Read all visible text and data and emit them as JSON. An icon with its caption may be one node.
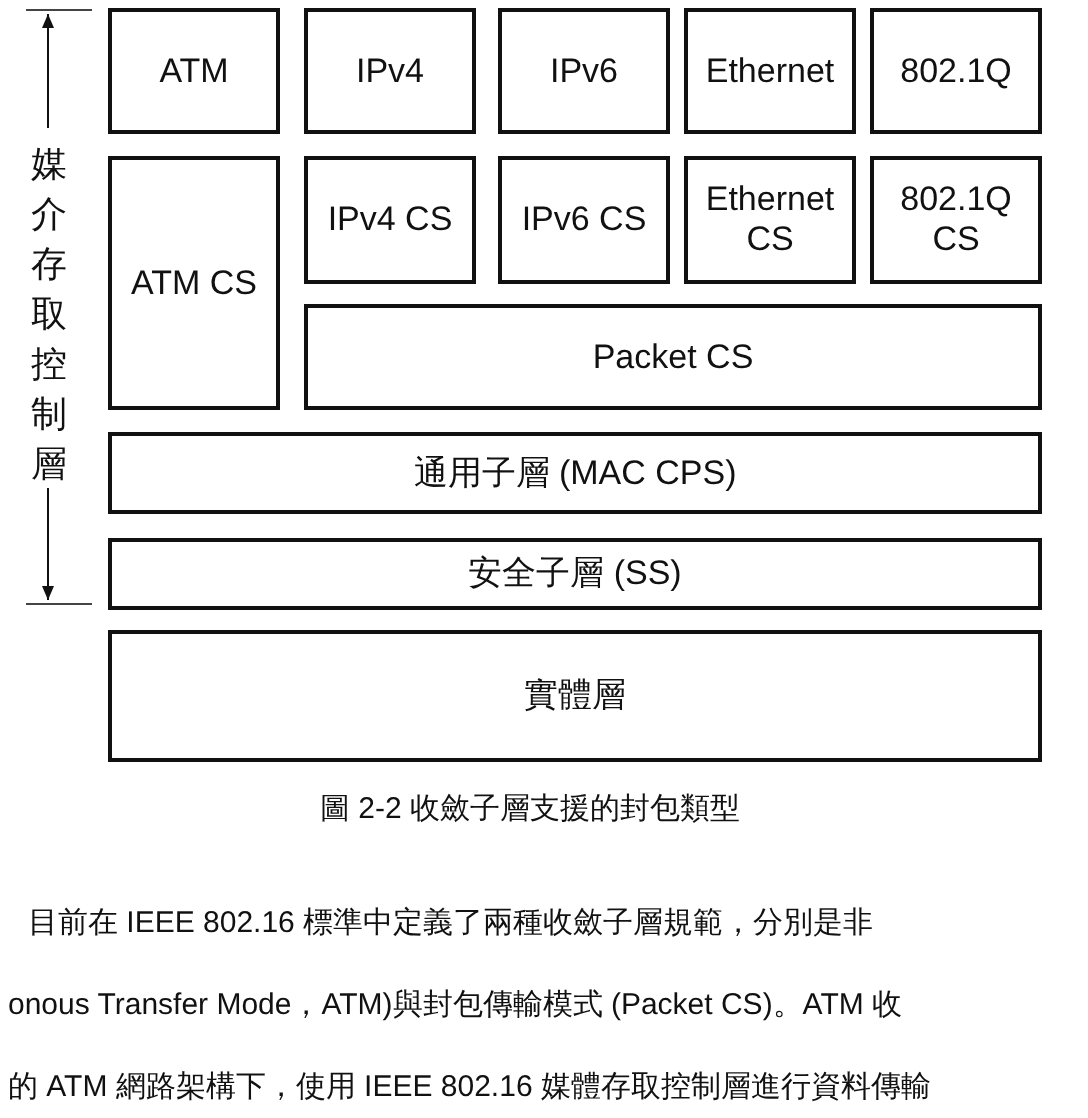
{
  "diagram": {
    "caption": "圖 2-2 收斂子層支援的封包類型",
    "nodes": [
      {
        "text": [
          "ATM"
        ]
      },
      {
        "text": [
          "IPv4"
        ]
      },
      {
        "text": [
          "IPv6"
        ]
      },
      {
        "text": [
          "Ethernet"
        ]
      },
      {
        "text": [
          "802.1Q"
        ]
      },
      {
        "text": [
          "ATM CS"
        ]
      },
      {
        "text": [
          "IPv4 CS"
        ]
      },
      {
        "text": [
          "IPv6 CS"
        ]
      },
      {
        "text": [
          "Ethernet CS"
        ]
      },
      {
        "text": [
          "802.1Q CS"
        ]
      },
      {
        "text": [
          "Packet CS"
        ]
      },
      {
        "text": [
          "通用子層 (MAC CPS)"
        ]
      },
      {
        "text": [
          "安全子層 (SS)"
        ]
      },
      {
        "text": [
          "實體層"
        ]
      }
    ],
    "edges": [],
    "labels": [
      "媒介存取控制層",
      "目前在 IEEE 802.16 標準中定義了兩種收斂子層規範，分別是非",
      "onous Transfer Mode，ATM)與封包傳輸模式 (Packet CS)。ATM 收",
      "的 ATM 網路架構下，使用 IEEE 802.16 媒體存取控制層進行資料傳輸"
    ]
  }
}
